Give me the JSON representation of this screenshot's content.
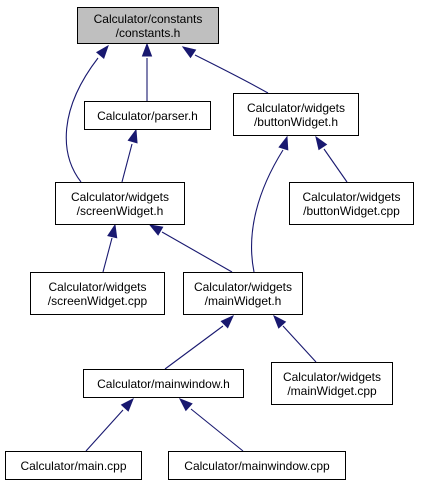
{
  "colors": {
    "edge": "#191970",
    "root_fill": "#bfbfbf",
    "node_fill": "#ffffff",
    "border": "#000000"
  },
  "nodes": {
    "constants": {
      "line1": "Calculator/constants",
      "line2": "/constants.h"
    },
    "parser": {
      "line1": "Calculator/parser.h"
    },
    "button_widget_h": {
      "line1": "Calculator/widgets",
      "line2": "/buttonWidget.h"
    },
    "screen_widget_h": {
      "line1": "Calculator/widgets",
      "line2": "/screenWidget.h"
    },
    "button_widget_cpp": {
      "line1": "Calculator/widgets",
      "line2": "/buttonWidget.cpp"
    },
    "screen_widget_cpp": {
      "line1": "Calculator/widgets",
      "line2": "/screenWidget.cpp"
    },
    "main_widget_h": {
      "line1": "Calculator/widgets",
      "line2": "/mainWidget.h"
    },
    "main_widget_cpp": {
      "line1": "Calculator/widgets",
      "line2": "/mainWidget.cpp"
    },
    "mainwindow_h": {
      "line1": "Calculator/mainwindow.h"
    },
    "main_cpp": {
      "line1": "Calculator/main.cpp"
    },
    "mainwindow_cpp": {
      "line1": "Calculator/mainwindow.cpp"
    }
  },
  "edges": [
    {
      "from": "parser",
      "to": "constants"
    },
    {
      "from": "screen_widget_h",
      "to": "constants"
    },
    {
      "from": "button_widget_h",
      "to": "constants"
    },
    {
      "from": "screen_widget_h",
      "to": "parser"
    },
    {
      "from": "button_widget_cpp",
      "to": "button_widget_h"
    },
    {
      "from": "main_widget_h",
      "to": "button_widget_h"
    },
    {
      "from": "screen_widget_cpp",
      "to": "screen_widget_h"
    },
    {
      "from": "main_widget_h",
      "to": "screen_widget_h"
    },
    {
      "from": "main_widget_cpp",
      "to": "main_widget_h"
    },
    {
      "from": "mainwindow_h",
      "to": "main_widget_h"
    },
    {
      "from": "main_cpp",
      "to": "mainwindow_h"
    },
    {
      "from": "mainwindow_cpp",
      "to": "mainwindow_h"
    }
  ]
}
